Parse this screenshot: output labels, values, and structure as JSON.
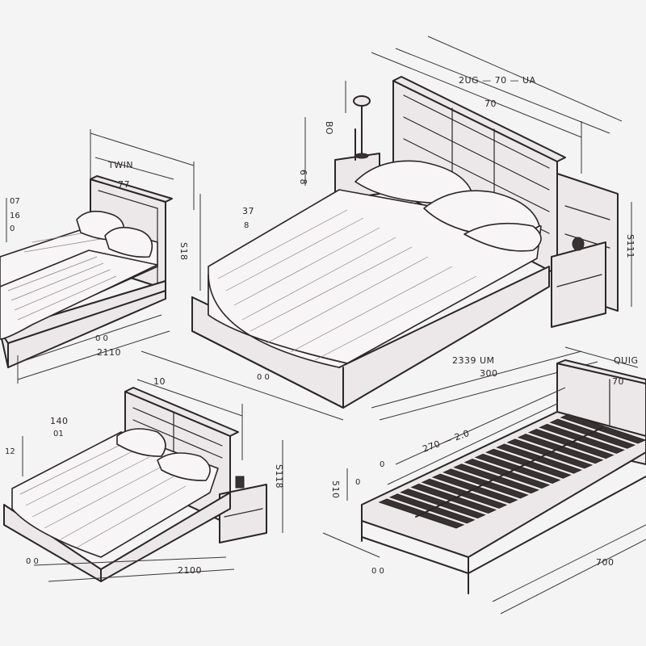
{
  "labels": {
    "twin_name": "TWIN",
    "twin_w": "77",
    "twin_h": "S18",
    "twin_l": "2110",
    "twin_sub": "0 0",
    "twin_side_a": "07",
    "twin_side_b": "16",
    "twin_side_c": "0",
    "king_top": "2UG — 70 — UA",
    "king_mid": "70",
    "king_left_a": "BO",
    "king_left_b": "6 8",
    "king_side": "S111",
    "king_small": "37",
    "king_small2": "8",
    "king_len": "2339 UM",
    "king_len2": "300",
    "king_base_a": "0 0",
    "queen_top": "10",
    "queen_a": "140",
    "queen_b": "01",
    "queen_c": "12",
    "queen_side": "S118",
    "queen_len": "2100",
    "queen_len2": "0 0",
    "frame_name": "QUIG",
    "frame_w": "70",
    "frame_top": "270 — 2.0",
    "frame_side_a": "0",
    "frame_side_b": "0",
    "frame_side_c": "510",
    "frame_len": "700",
    "frame_len2": "0 0"
  }
}
